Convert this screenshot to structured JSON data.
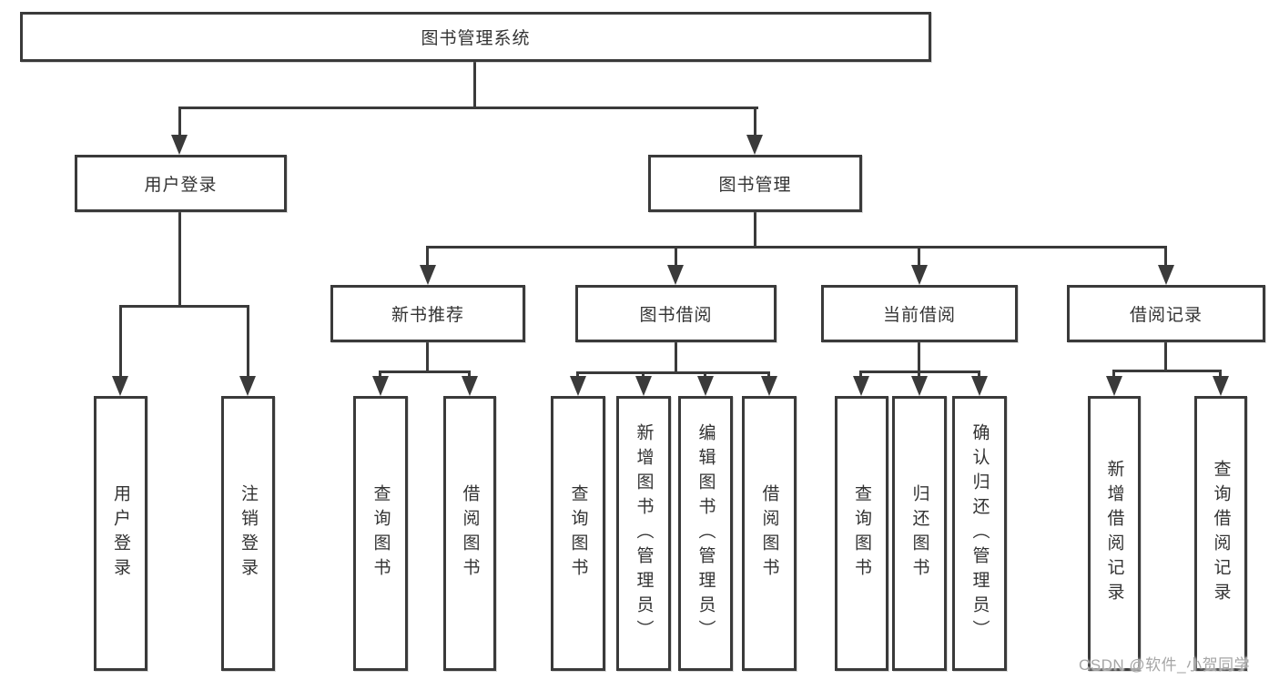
{
  "diagram": {
    "title": "图书管理系统",
    "level2": {
      "user_login": "用户登录",
      "book_management": "图书管理"
    },
    "level3": {
      "new_book_recommend": "新书推荐",
      "book_borrow": "图书借阅",
      "current_borrow": "当前借阅",
      "borrow_records": "借阅记录"
    },
    "leaves": {
      "user_login": "用户登录",
      "logout": "注销登录",
      "recommend_query": "查询图书",
      "recommend_borrow": "借阅图书",
      "borrow_query": "查询图书",
      "borrow_add_admin": "新增图书（管理员）",
      "borrow_edit_admin": "编辑图书（管理员）",
      "borrow_borrow": "借阅图书",
      "current_query": "查询图书",
      "current_return": "归还图书",
      "current_confirm_admin": "确认归还（管理员）",
      "records_add": "新增借阅记录",
      "records_query": "查询借阅记录"
    },
    "watermark": "CSDN @软件_小贺同学",
    "colors": {
      "stroke": "#3a3a3a",
      "text": "#333333",
      "watermark": "#a6a6a6",
      "background": "#ffffff"
    }
  }
}
